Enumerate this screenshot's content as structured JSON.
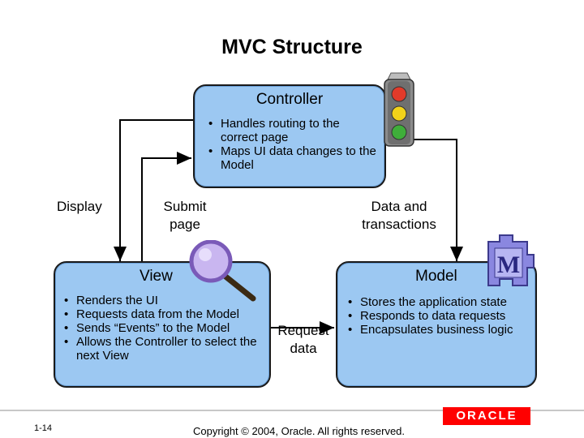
{
  "slide": {
    "title": "MVC Structure"
  },
  "controller": {
    "title": "Controller",
    "bullets": [
      "Handles routing to the correct page",
      "Maps UI data changes to the Model"
    ]
  },
  "view": {
    "title": "View",
    "bullets": [
      "Renders the UI",
      "Requests data from the Model",
      "Sends “Events” to the Model",
      "Allows the Controller to select the next View"
    ]
  },
  "model": {
    "title": "Model",
    "bullets": [
      "Stores the application state",
      "Responds to data requests",
      "Encapsulates business logic"
    ]
  },
  "labels": {
    "display": "Display",
    "submit_page": "Submit page",
    "data_and_transactions": "Data and transactions",
    "request_data": "Request data"
  },
  "footer": {
    "page": "1-14",
    "copyright": "Copyright © 2004, Oracle.  All rights reserved.",
    "logo": "ORACLE"
  },
  "colors": {
    "box_fill": "#9cc8f2",
    "logo_red": "#ff0000"
  },
  "icons": [
    "traffic-light-icon",
    "magnifier-icon",
    "model-m-icon"
  ]
}
